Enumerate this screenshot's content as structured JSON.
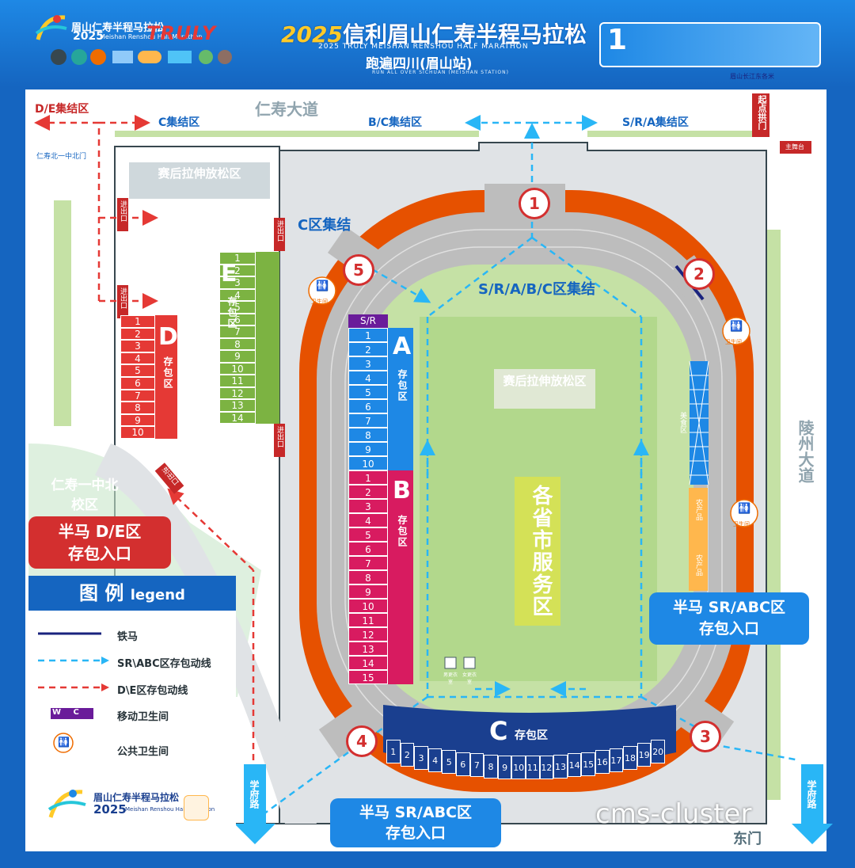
{
  "header": {
    "logo_cn": "眉山仁寿半程马拉松",
    "logo_year": "2025",
    "logo_en": "Meishan Renshou Half Marathon",
    "sponsor_brand": "TRULY",
    "title_year": "2025",
    "title_main": "信利眉山仁寿半程马拉松",
    "title_en": "2025 TRULY MEISHAN RENSHOU HALF MARATHON",
    "slogan": "跑遍四川(眉山站)",
    "slogan_en": "RUN ALL OVER SICHUAN (MEISHAN STATION)",
    "top_box_text": "1",
    "top_box_note": "眉山长江东各米"
  },
  "roads": {
    "renshou_avenue": "仁寿大道",
    "lingzhou_avenue": "陵州大道",
    "xuefu_road_left": "学府路",
    "xuefu_road_right": "学府路",
    "east_gate": "东门",
    "renshou_school_north": "仁寿北一中北门",
    "renshou_school_campus": "仁寿一中北校区"
  },
  "gathering": {
    "de": "D/E集结区",
    "c_top": "C集结区",
    "bc": "B/C集结区",
    "sra": "S/R/A集结区",
    "c_inner": "C区集结",
    "srabc": "S/R/A/B/C区集结"
  },
  "start": {
    "arch": "起点拱门",
    "stage": "主舞台"
  },
  "exits": {
    "label": "进出口"
  },
  "zones": {
    "stretch_left": "赛后拉伸放松区",
    "stretch_center": "赛后拉伸放松区",
    "province_service": "各省市服务区",
    "food": "美食区",
    "farm_products": "农产品",
    "farm_products_2": "农产品",
    "toilet": "卫生间",
    "changing_m": "男更衣室",
    "changing_f": "女更衣室"
  },
  "bag_areas": {
    "store_label": "存包区",
    "sr_header": "S/R",
    "A": {
      "letter": "A",
      "cells": [
        "1",
        "2",
        "3",
        "4",
        "5",
        "6",
        "7",
        "8",
        "9",
        "10"
      ]
    },
    "B": {
      "letter": "B",
      "cells": [
        "1",
        "2",
        "3",
        "4",
        "5",
        "6",
        "7",
        "8",
        "9",
        "10",
        "11",
        "12",
        "13",
        "14",
        "15"
      ]
    },
    "C": {
      "letter": "C",
      "cells": [
        "1",
        "2",
        "3",
        "4",
        "5",
        "6",
        "7",
        "8",
        "9",
        "10",
        "11",
        "12",
        "13",
        "14",
        "15",
        "16",
        "17",
        "18",
        "19",
        "20"
      ]
    },
    "D": {
      "letter": "D",
      "cells": [
        "1",
        "2",
        "3",
        "4",
        "5",
        "6",
        "7",
        "8",
        "9",
        "10"
      ]
    },
    "E": {
      "letter": "E",
      "cells": [
        "1",
        "2",
        "3",
        "4",
        "5",
        "6",
        "7",
        "8",
        "9",
        "10",
        "11",
        "12",
        "13",
        "14"
      ]
    }
  },
  "entrances": [
    "1",
    "2",
    "3",
    "4",
    "5"
  ],
  "callouts": {
    "de_entry_line1": "半马 D/E区",
    "de_entry_line2": "存包入口",
    "srabc_right_line1": "半马 SR/ABC区",
    "srabc_right_line2": "存包入口",
    "srabc_bottom_line1": "半马 SR/ABC区",
    "srabc_bottom_line2": "存包入口"
  },
  "legend": {
    "title_cn": "图 例",
    "title_en": "legend",
    "items": [
      {
        "label": "铁马"
      },
      {
        "label": "SR\\ABC区存包动线"
      },
      {
        "label": "D\\E区存包动线"
      },
      {
        "label": "移动卫生间",
        "badge": "W C"
      },
      {
        "label": "公共卫生间"
      }
    ],
    "logo_cn": "眉山仁寿半程马拉松",
    "logo_year": "2025",
    "logo_en": "Meishan Renshou Half Marathon"
  },
  "watermark": "cms-cluster",
  "colors": {
    "blue_bag": "#1e88e5",
    "pink_bag": "#d81b60",
    "red_bag": "#e53935",
    "green_bag": "#7cb342",
    "track_orange": "#e65100",
    "field_green": "#c5e1a5",
    "navy": "#1a3f8f",
    "sr_purple": "#6a1b9a"
  }
}
